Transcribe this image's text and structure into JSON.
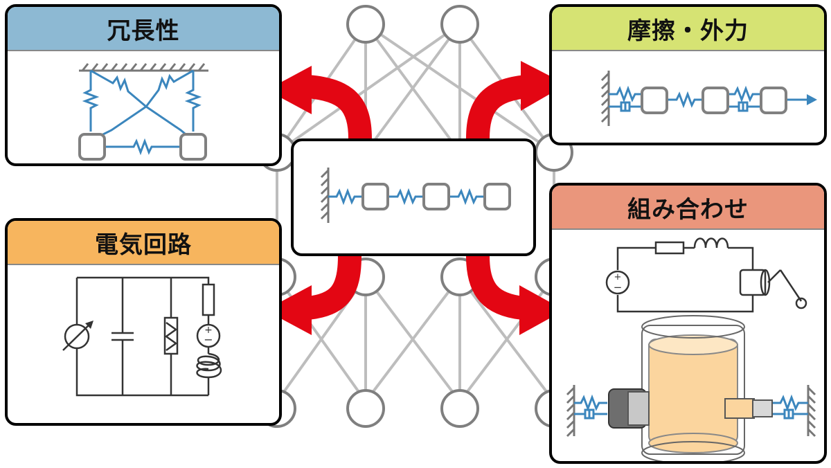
{
  "panels": {
    "redundancy": {
      "title": "冗長性",
      "header_color": "#8db9d3"
    },
    "friction": {
      "title": "摩擦・外力",
      "header_color": "#d6e373"
    },
    "circuit": {
      "title": "電気回路",
      "header_color": "#f7b55e"
    },
    "combination": {
      "title": "組み合わせ",
      "header_color": "#ea967c"
    }
  },
  "colors": {
    "spring": "#3b86bd",
    "mass_border": "#808080",
    "arrow": "#e30613",
    "network": "#bdbdbd",
    "liquid": "#fbd59e"
  }
}
